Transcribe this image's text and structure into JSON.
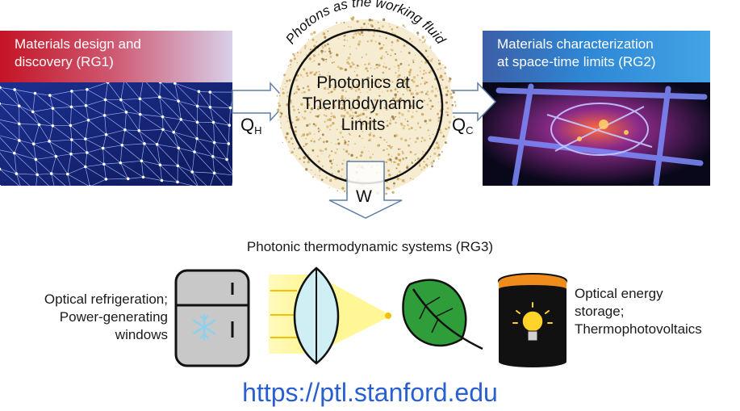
{
  "rg1": {
    "title_line1": "Materials design and",
    "title_line2": "discovery (RG1)"
  },
  "rg2": {
    "title_line1": "Materials characterization",
    "title_line2": "at space-time limits (RG2)"
  },
  "center": {
    "arc_text": "Photons as the working fluid",
    "line1": "Photonics at",
    "line2": "Thermodynamic",
    "line3": "Limits"
  },
  "labels": {
    "q_h_main": "Q",
    "q_h_sub": "H",
    "q_c_main": "Q",
    "q_c_sub": "C",
    "w": "W"
  },
  "systems": {
    "title": "Photonic thermodynamic systems (RG3)",
    "left_text": [
      "Optical refrigeration;",
      "Power-generating",
      "windows"
    ],
    "right_text": [
      "Optical energy",
      "storage;",
      "Thermophotovoltaics"
    ],
    "icons": [
      "refrigerator-icon",
      "lens-icon",
      "leaf-icon",
      "battery-bulb-icon"
    ]
  },
  "url": "https://ptl.stanford.edu",
  "colors": {
    "rg1_red": "#c41425",
    "rg1_mesh_blue": "#15237a",
    "rg2_blue": "#2e87d6",
    "arrow_fill": "#ffffff",
    "arrow_stroke": "#5f7fa8",
    "circle_fill": "#f3e6c6",
    "circle_speckle": "#c79a4a",
    "fridge": "#c8c8c8",
    "snowflake": "#8fd0ee",
    "lens": "#cfeff4",
    "light": "#fff36a",
    "leaf": "#2f9e3a",
    "battery_top": "#f08c1c",
    "url": "#2a5fd0"
  }
}
